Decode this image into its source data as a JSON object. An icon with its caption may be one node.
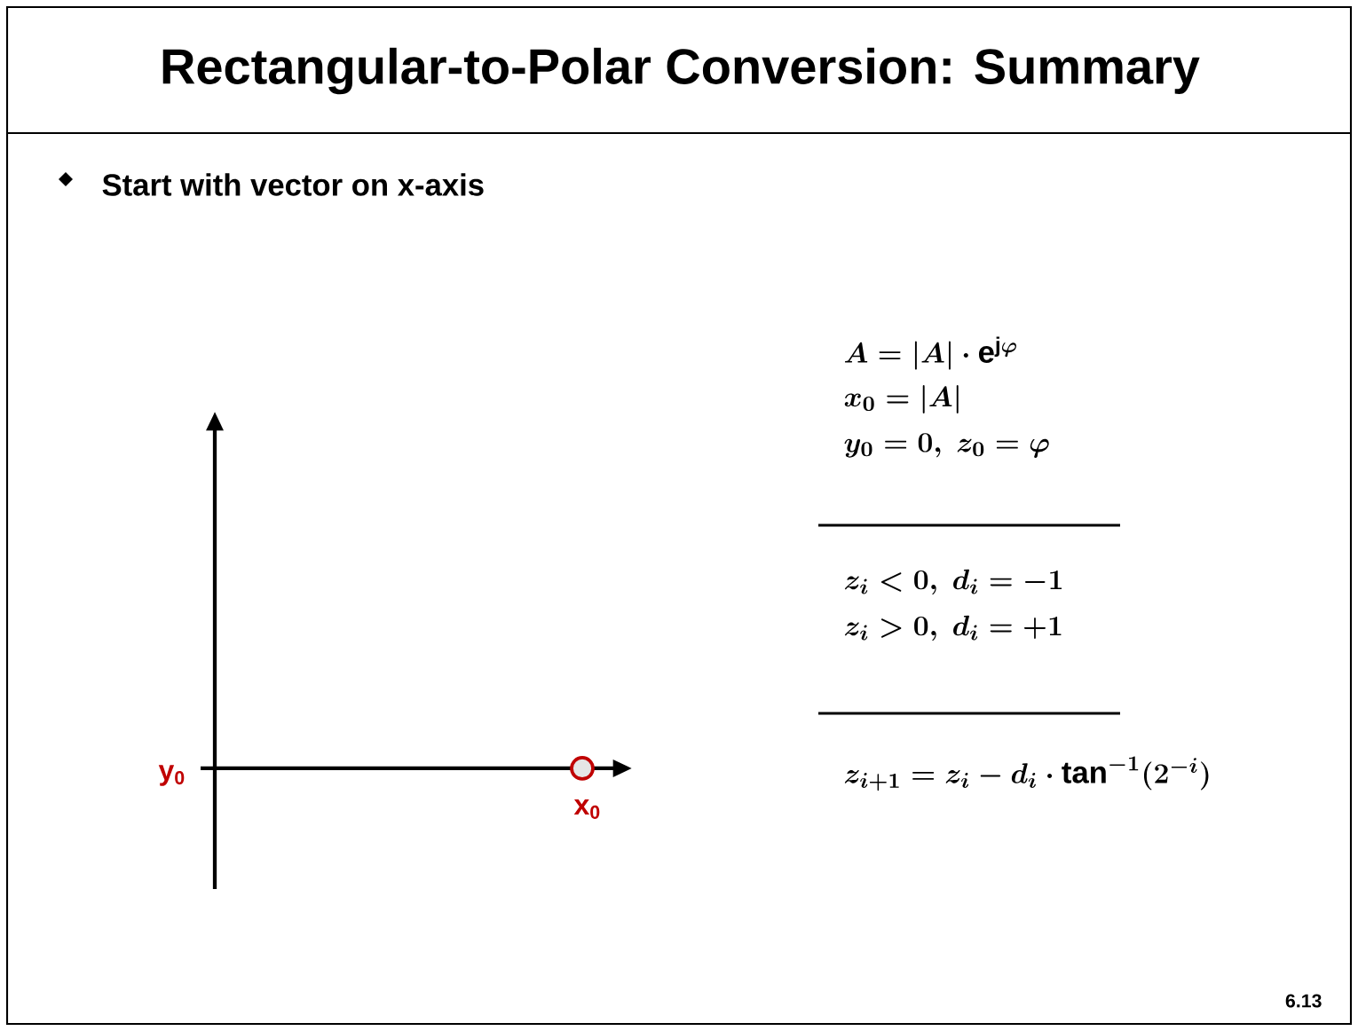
{
  "diagram": {
    "title": "Rectangular-to-Polar Conversion: Summary",
    "labels": [
      "Start with vector on x-axis",
      "A = \\lvert A\\rvert \\cdot \\mathrm{e}^{\\mathrm{j}\\varphi}",
      "x_0 = \\lvert A\\rvert",
      "y_0 = 0,\\ z_0 = \\varphi",
      "z_i < 0,\\ d_i = -1",
      "z_i > 0,\\ d_i = +1",
      "z_{i+1} = z_i - d_i \\cdot \\tan^{-1}(2^{-i})",
      "y$_{0}$",
      "x$_{0}$",
      "6.13"
    ]
  }
}
